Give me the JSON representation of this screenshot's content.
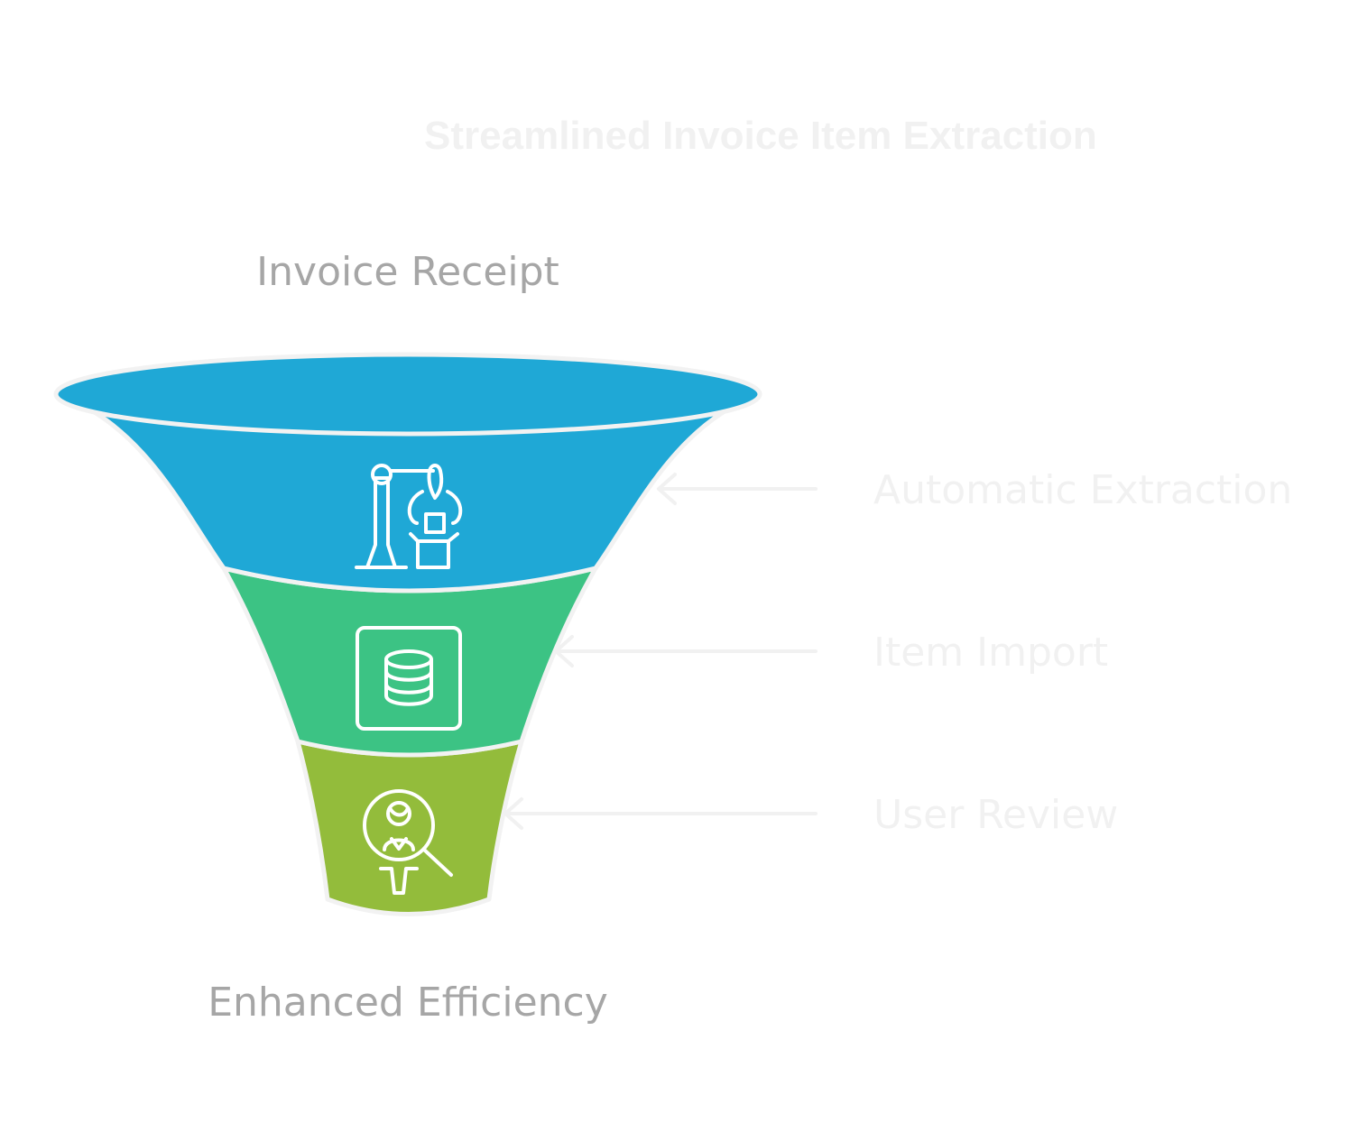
{
  "title": "Streamlined Invoice Item Extraction",
  "funnel": {
    "top_label": "Invoice Receipt",
    "bottom_label": "Enhanced Efficiency",
    "stages": [
      {
        "label": "Automatic Extraction",
        "color": "#1fa8d6",
        "icon": "robot-arm-icon"
      },
      {
        "label": "Item Import",
        "color": "#3cc384",
        "icon": "database-icon"
      },
      {
        "label": "User Review",
        "color": "#93bc3b",
        "icon": "user-search-icon"
      }
    ]
  },
  "colors": {
    "outline": "#f2f2f2",
    "label_gray": "#a6a6a6",
    "arrow": "#f1f1f1"
  }
}
